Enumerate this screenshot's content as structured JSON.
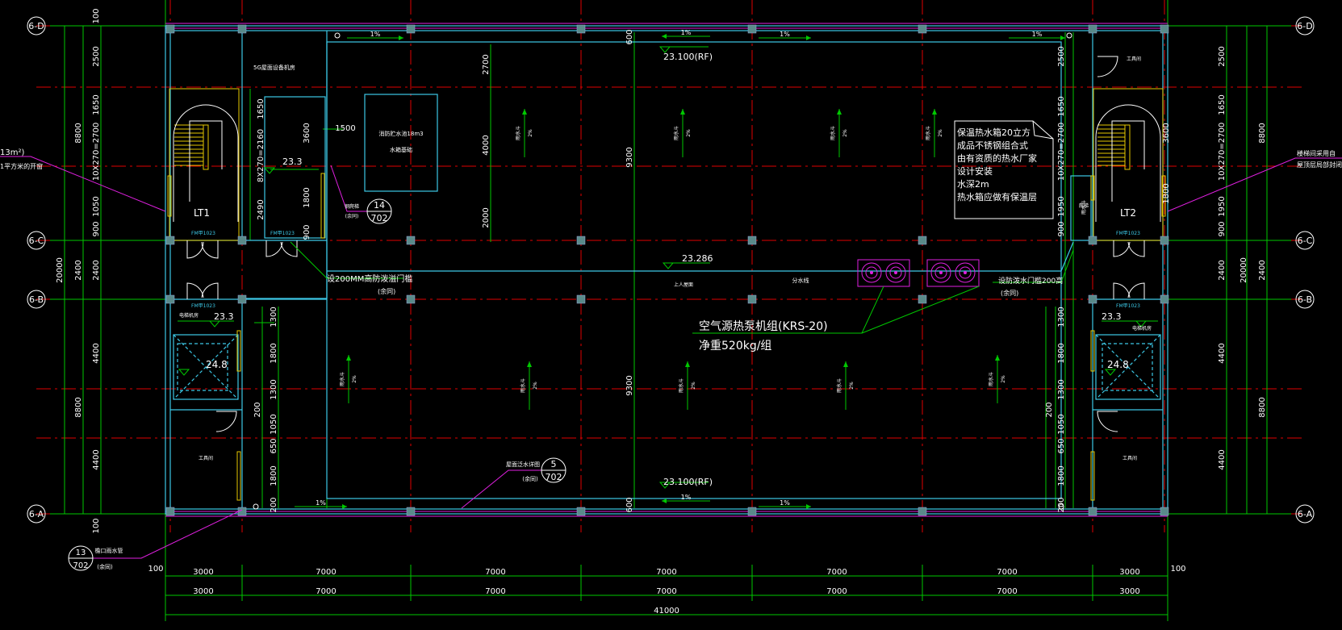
{
  "axes": {
    "horizontal": [
      {
        "label": "6-D"
      },
      {
        "label": "6-C"
      },
      {
        "label": "6-B"
      },
      {
        "label": "6-A"
      }
    ]
  },
  "dims": {
    "bottom_row1": [
      "3000",
      "7000",
      "7000",
      "7000",
      "7000",
      "7000",
      "3000"
    ],
    "bottom_row2": [
      "3000",
      "7000",
      "7000",
      "7000",
      "7000",
      "7000",
      "3000"
    ],
    "bottom_total": "41000",
    "bottom_edge_left": "100",
    "bottom_edge_right": "100",
    "left_outer_total": "20000",
    "right_outer_total": "20000",
    "left_mid": [
      "8800",
      "2400",
      "8800"
    ],
    "right_mid": [
      "8800",
      "2400",
      "8800"
    ],
    "left_inner": [
      "2500",
      "1650",
      "10X270=2700",
      "1050",
      "900",
      "2400",
      "4400",
      "4400"
    ],
    "right_inner": [
      "2500",
      "1650",
      "10X270=2700",
      "1950",
      "900",
      "2400",
      "4400",
      "4400"
    ],
    "top_left_edge": "100",
    "bottom_left_edge": "100",
    "stair_left_inner": [
      "1650",
      "8X270=2160",
      "2490",
      "900"
    ],
    "stair_left_side": [
      "3600",
      "1800"
    ],
    "stair_right_side": [
      "3600",
      "1800"
    ],
    "bay_center_top": [
      "600",
      "2700",
      "4000",
      "2000"
    ],
    "bay_center_mid": "9300",
    "bay_center_bottom": "9300",
    "bay_center_btm_edge": "600",
    "lower_left_col": [
      "1300",
      "1800",
      "1300",
      "1050",
      "650",
      "1800",
      "200"
    ],
    "lower_left_200": "200",
    "lower_right_col": [
      "1300",
      "1800",
      "1300",
      "1050",
      "650",
      "1800",
      "200"
    ],
    "lower_right_200": "200",
    "leader_1500": "1500",
    "right_top_dims": [
      "2500",
      "1650",
      "10X270=2700",
      "1950",
      "900"
    ]
  },
  "labels": {
    "elev_rf_top": "23.100(RF)",
    "elev_rf_bottom": "23.100(RF)",
    "elev_286": "23.286",
    "elev_23_3_a": "23.3",
    "elev_23_3_b": "23.3",
    "elev_23_3_c": "23.3",
    "elev_24_8_a": "24.8",
    "elev_24_8_b": "24.8",
    "slope": "1%",
    "lt1": "LT1",
    "lt2": "LT2",
    "fm_a": "FM甲1023",
    "fm_b": "FM甲1023",
    "fm_c": "FM甲1023",
    "fm_d": "FM甲1023",
    "fm_e": "FM甲1023",
    "room_top_left": "5G屋面设备机房",
    "tank_label": "消防贮水池18m3",
    "tank_sub": "水箱基础",
    "heat_pump": "空气源热泵机组(KRS-20)",
    "weight": "净重520kg/组",
    "threshold_left": "设200MM高防泼溢门槛",
    "threshold_left_sub": "(余同)",
    "threshold_right": "设防泼水门槛200高",
    "threshold_right_sub": "(余同)",
    "detail_14": "14",
    "detail_702_a": "702",
    "detail_5": "5",
    "detail_702_b": "702",
    "detail_13": "13",
    "detail_702_c": "702",
    "detail_5_caption": "屋面泛水详图",
    "detail_5_sub": "(余同)",
    "detail_13_caption": "檐口雨水管",
    "detail_13_sub": "(余同)",
    "detail_14_caption": "钢爬梯",
    "detail_14_sub": "(余同)",
    "divide_line": "分水线",
    "roof_access": "上人屋面",
    "left_edge_note_a": "13m²)",
    "left_edge_note_b": "1平方米的开窗",
    "right_edge_note_a": "楼梯间采用自",
    "right_edge_note_b": "屋顶层局部封闭窗",
    "elev_machine_left": "电梯机房",
    "elev_machine_right": "电梯机房",
    "tool_room_left": "工具间",
    "tool_room_right": "工具间",
    "tool_room_top_right": "工具间",
    "ladder": "爬梯",
    "drain_1": "雨水斗",
    "drain_2": "雨水斗",
    "drain_3": "雨水斗",
    "drain_4": "雨水斗",
    "drain_5": "雨水斗",
    "drain_6": "雨水斗",
    "drain_7": "雨水斗",
    "drain_8": "雨水斗",
    "drain_9": "雨水斗",
    "drain_10": "雨水斗",
    "pct2": "2%"
  },
  "note_box": [
    "保温热水箱20立方",
    "成品不锈钢组合式",
    "由有资质的热水厂家",
    "设计安装",
    "水深2m",
    "热水箱应做有保温层"
  ],
  "colors": {
    "grid": "#e00000",
    "dimension": "#00c800",
    "wall": "#3cc8e6",
    "magenta": "#e020e0",
    "stair": "#e6c800",
    "text": "#ffffff",
    "column": "#5a8a8a"
  }
}
